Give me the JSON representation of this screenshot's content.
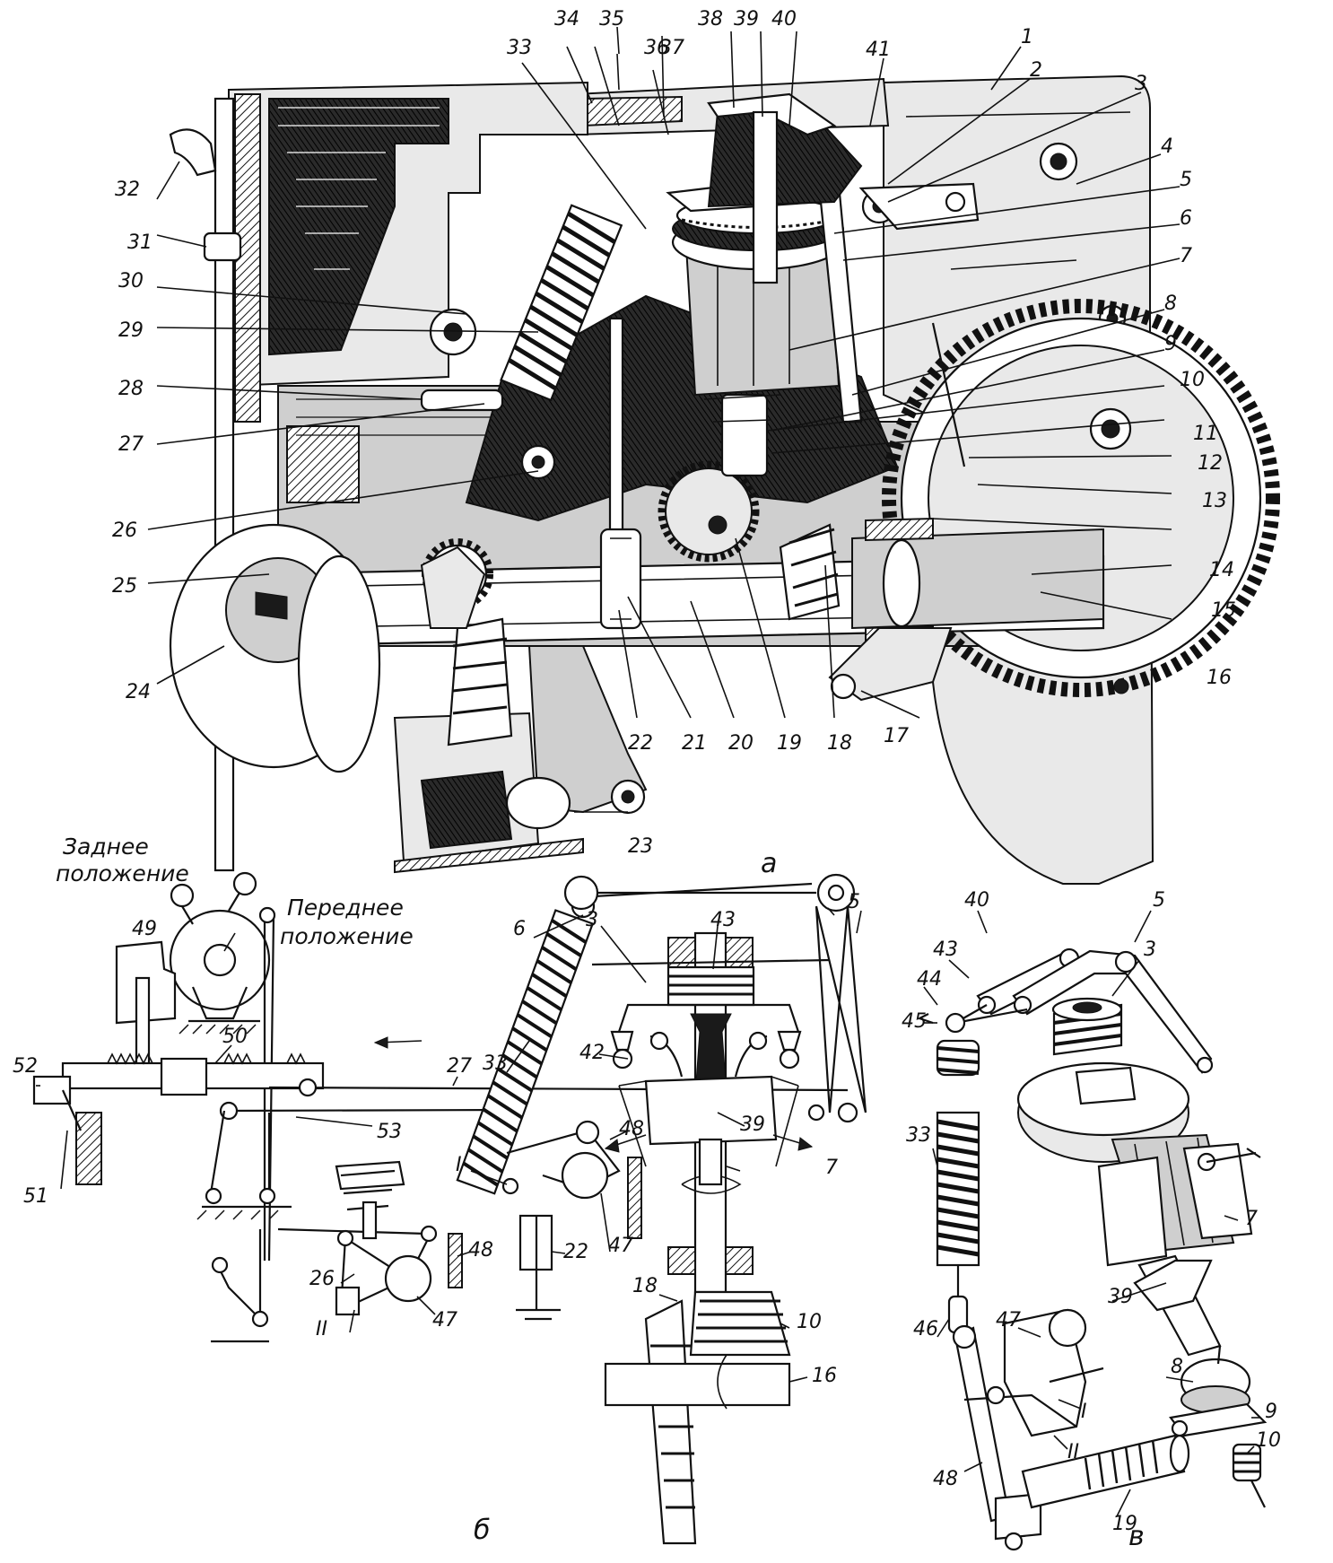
{
  "figure_a": {
    "caption": "а",
    "callouts": [
      "1",
      "2",
      "3",
      "4",
      "5",
      "6",
      "7",
      "8",
      "9",
      "10",
      "11",
      "12",
      "13",
      "14",
      "15",
      "16",
      "17",
      "18",
      "19",
      "20",
      "21",
      "22",
      "23",
      "24",
      "25",
      "26",
      "27",
      "28",
      "29",
      "30",
      "31",
      "32",
      "33",
      "34",
      "35",
      "36",
      "37",
      "38",
      "39",
      "40",
      "41"
    ]
  },
  "figure_b": {
    "caption": "б",
    "rear_position": [
      "Заднее",
      "положение"
    ],
    "front_position": [
      "Переднее",
      "положение"
    ],
    "callouts": [
      "3",
      "43",
      "6",
      "5",
      "42",
      "33",
      "27",
      "49",
      "50",
      "52",
      "51",
      "53",
      "48",
      "I",
      "22",
      "47",
      "39",
      "7",
      "26",
      "48",
      "II",
      "47",
      "18",
      "10",
      "16"
    ]
  },
  "figure_c": {
    "caption": "в",
    "callouts": [
      "40",
      "5",
      "43",
      "44",
      "45",
      "3",
      "33",
      "7",
      "39",
      "46",
      "47",
      "I",
      "II",
      "48",
      "19",
      "8",
      "9",
      "10"
    ]
  }
}
